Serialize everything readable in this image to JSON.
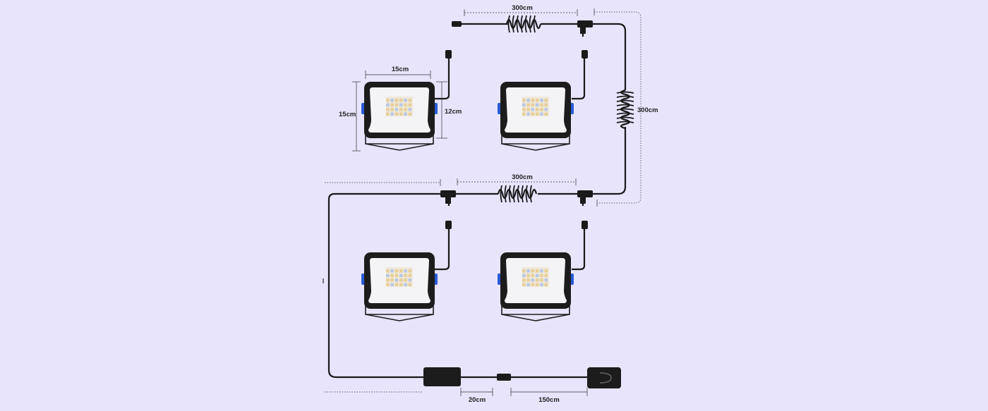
{
  "dimensions": {
    "cable_top": "300cm",
    "cable_right": "300cm",
    "cable_middle": "300cm",
    "light_width": "15cm",
    "light_height": "15cm",
    "light_body": "12cm",
    "adapter_cable": "20cm",
    "plug_cable": "150cm"
  },
  "colors": {
    "background": "#e7e4fb",
    "cable": "#1a1a1a",
    "light_frame": "#1c1c1c",
    "light_face": "#f4f4f6",
    "led_warm": "#e6cf9a",
    "led_cool": "#b9c8e6",
    "bracket_blue": "#2a5bd7"
  }
}
